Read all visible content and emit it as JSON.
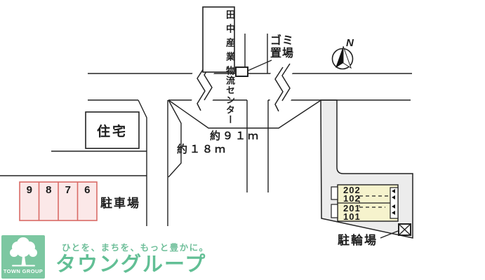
{
  "map": {
    "sign": {
      "column_right": "田中産業",
      "column_left": "物流センター"
    },
    "garbage_label": {
      "line1": "ゴミ",
      "line2": "置場"
    },
    "compass_label": "N",
    "house_label": "住宅",
    "distance_road": "約９１ｍ",
    "distance_path": "約１８ｍ",
    "parking": {
      "label": "駐車場",
      "stalls": [
        "9",
        "8",
        "7",
        "6"
      ]
    },
    "building": {
      "rooms": [
        "202",
        "102",
        "201",
        "101"
      ]
    },
    "bicycle_label": "駐輪場"
  },
  "footer": {
    "logo_square_text": "TOWN GROUP",
    "tagline": "ひとを、まちを、もっと豊かに。",
    "brand": "タウングループ"
  },
  "colors": {
    "parking_fill": "#fbe8e8",
    "parking_border": "#d96a66",
    "building_fill": "#f6f3cd",
    "lot_fill": "#ececec",
    "brand_green": "#62bf95",
    "logo_bg": "#7cc7a1"
  }
}
